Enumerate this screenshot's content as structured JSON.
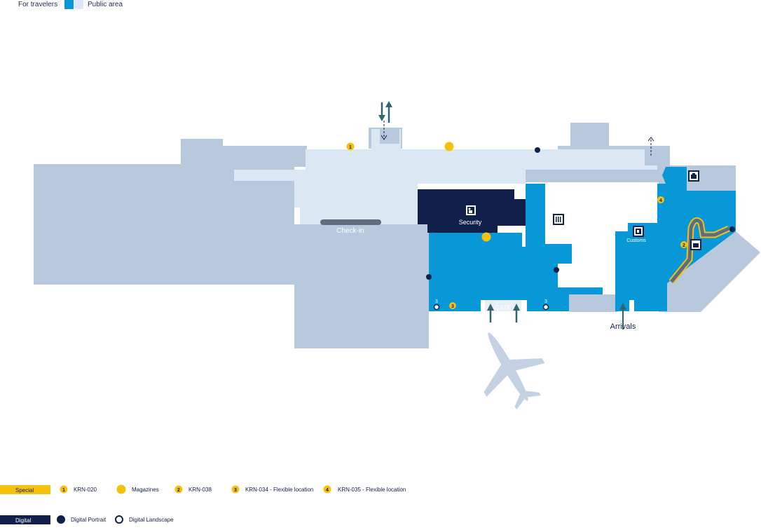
{
  "header": {
    "for_travelers": "For travelers",
    "public_area": "Public area"
  },
  "map": {
    "check_in": "Check-in",
    "security": "Security",
    "customs": "Customs",
    "gate": "GATE",
    "arrivals": "Arrivals",
    "marker_1": "1",
    "marker_2": "2",
    "marker_3": "3",
    "marker_4": "4",
    "landscape_3_left": "3",
    "landscape_3_right": "3"
  },
  "legend": {
    "special": "Special",
    "digital": "Digital",
    "items": [
      {
        "num": "1",
        "label": "KRN-020"
      },
      {
        "num": "",
        "label": "Magazines"
      },
      {
        "num": "2",
        "label": "KRN-038"
      },
      {
        "num": "3",
        "label": "KRN-034 - Flexible location"
      },
      {
        "num": "4",
        "label": "KRN-035 - Flexible location"
      }
    ],
    "digital_portrait": "Digital Portrait",
    "digital_landscape": "Digital Landscape"
  },
  "colors": {
    "building": "#b8c9dd",
    "landside": "#dce7f4",
    "airside": "#0898d8",
    "security": "#10204a",
    "marker": "#f4c10c",
    "teal_arrow": "#2f6470",
    "plane": "#c3d1e3"
  },
  "icons": [
    "person-screen-icon",
    "luggage-icon",
    "restaurant-icon",
    "customs-officer-icon",
    "baggage-claim-icon",
    "arrow-up-down-icon",
    "plane-icon"
  ]
}
